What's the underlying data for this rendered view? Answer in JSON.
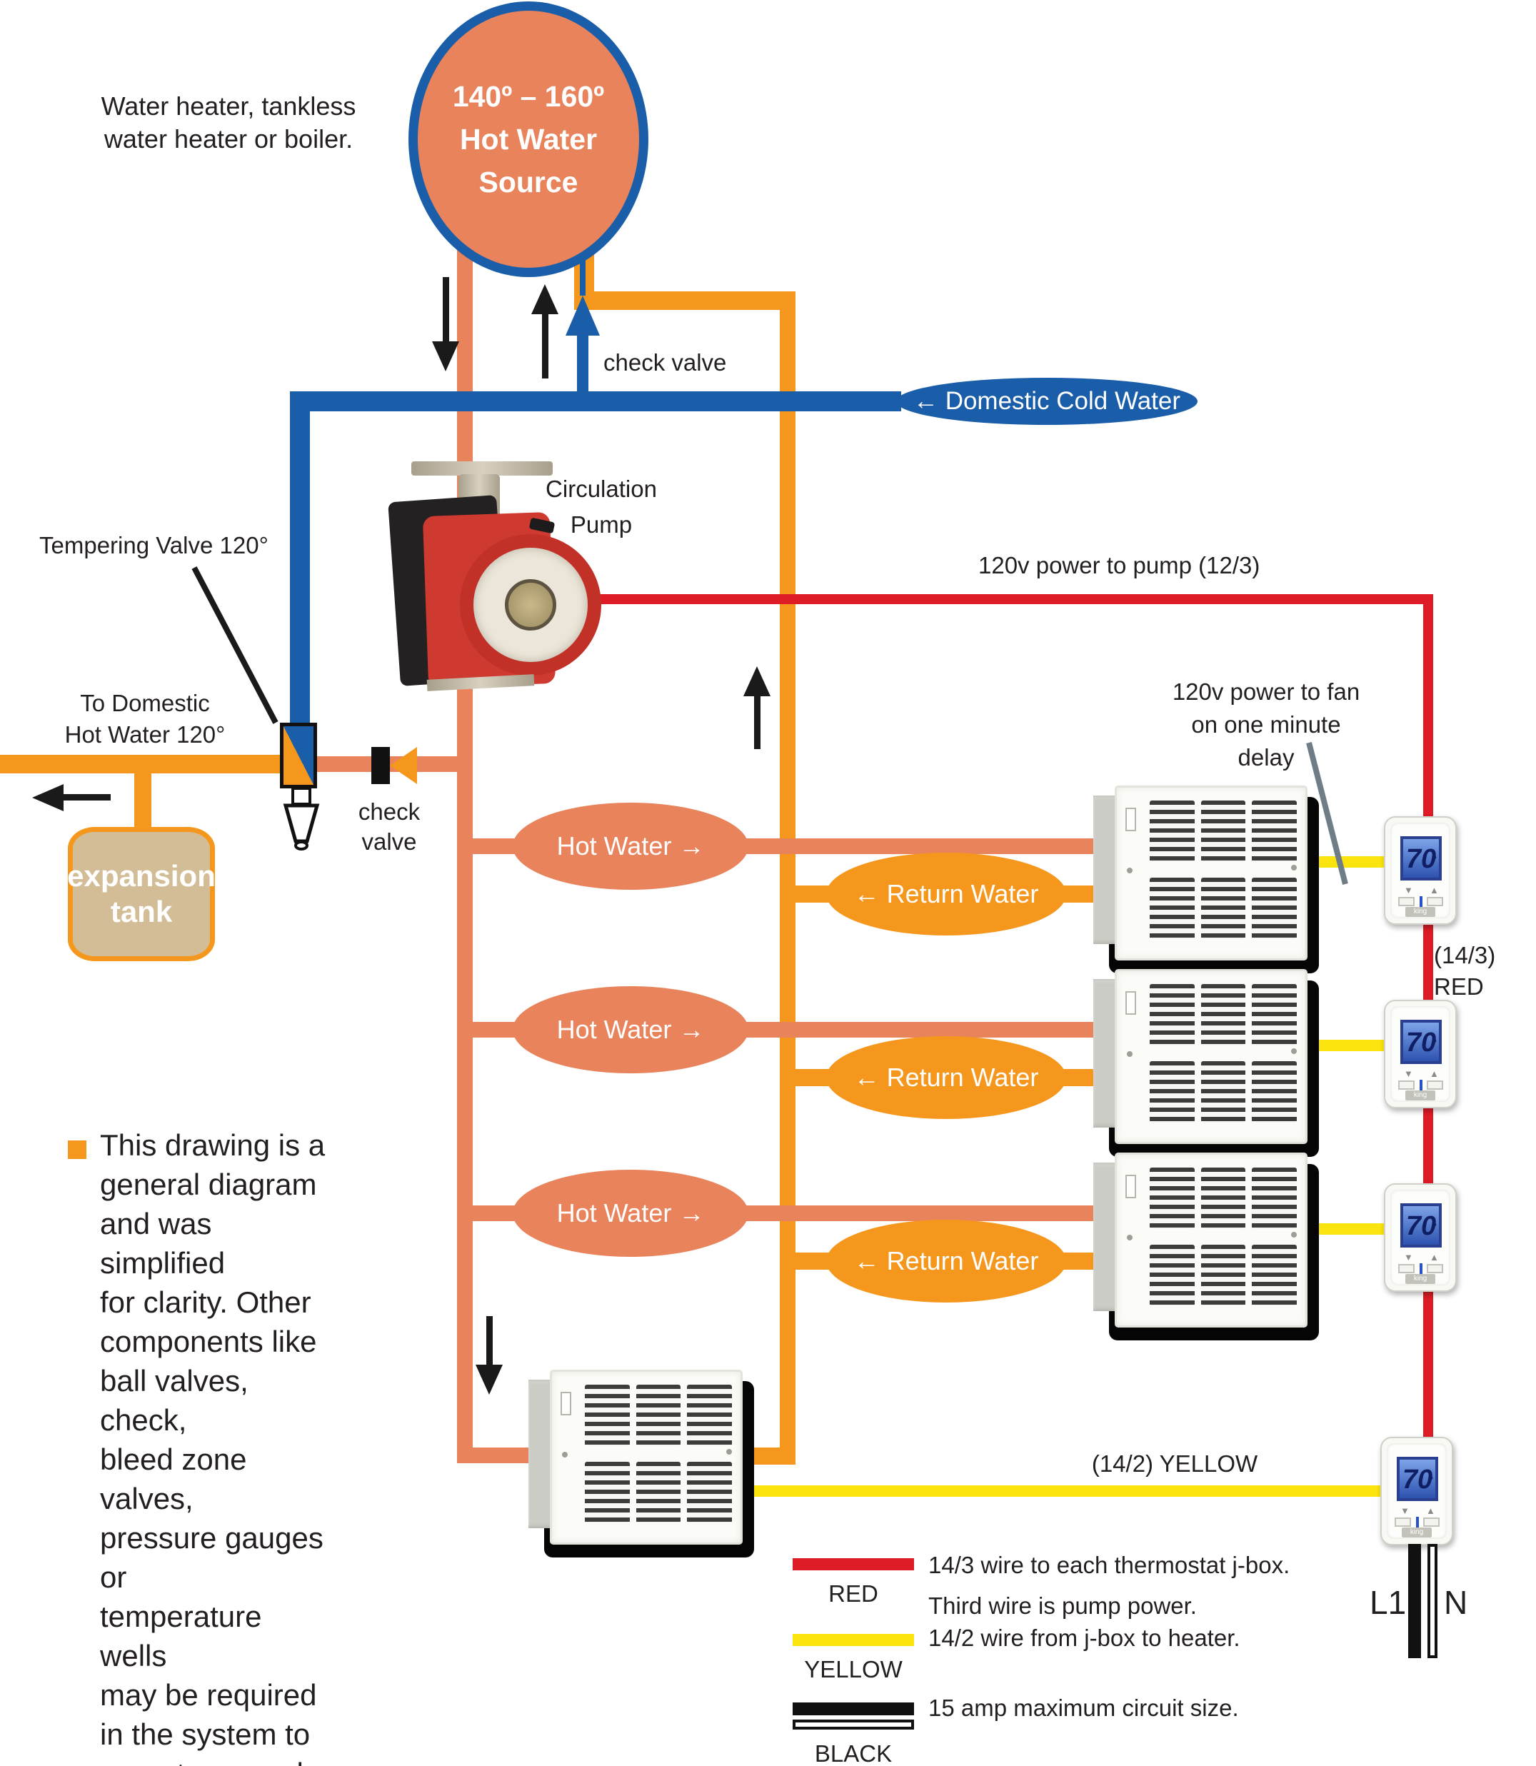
{
  "colors": {
    "salmon": "#E8835C",
    "orange": "#F6971D",
    "blue": "#1A5EA9",
    "red": "#DD1C26",
    "yellow": "#FBE40D",
    "tan": "#D3BD96",
    "ink": "#231F20"
  },
  "source": {
    "text": "140º – 160º\nHot Water\nSource"
  },
  "labels": {
    "water_heater": "Water heater, tankless\nwater heater or boiler.",
    "check_valve_top": "check valve",
    "circulation_pump": "Circulation\nPump",
    "power_pump": "120v power to pump (12/3)",
    "power_fan": "120v power to fan\non one minute delay",
    "tempering_valve": "Tempering Valve 120°",
    "to_domestic": "To Domestic\nHot Water 120°",
    "check_valve_small": "check\nvalve",
    "wire_red_note": "(14/3) RED",
    "wire_yellow_note": "(14/2) YELLOW",
    "l1": "L1",
    "n": "N"
  },
  "ovals": {
    "cold": "← Domestic Cold Water",
    "hot": "Hot Water →",
    "return": "← Return Water"
  },
  "expansion_tank": {
    "text": "expansion\ntank"
  },
  "note": {
    "text": "This drawing is a\ngeneral diagram\nand was simplified\nfor clarity. Other\ncomponents like\nball valves, check,\nbleed zone valves,\npressure gauges or\ntemperature wells\nmay be required\nin the system to\noperate properly."
  },
  "thermostat": {
    "temp": "70",
    "degree": "°",
    "brand": "king"
  },
  "legend": [
    {
      "color_name": "RED",
      "text": "14/3 wire to each thermostat j-box.\nThird wire is pump power."
    },
    {
      "color_name": "YELLOW",
      "text": "14/2 wire from j-box to heater."
    },
    {
      "color_name": "BLACK",
      "text": "15 amp maximum circuit size."
    }
  ]
}
